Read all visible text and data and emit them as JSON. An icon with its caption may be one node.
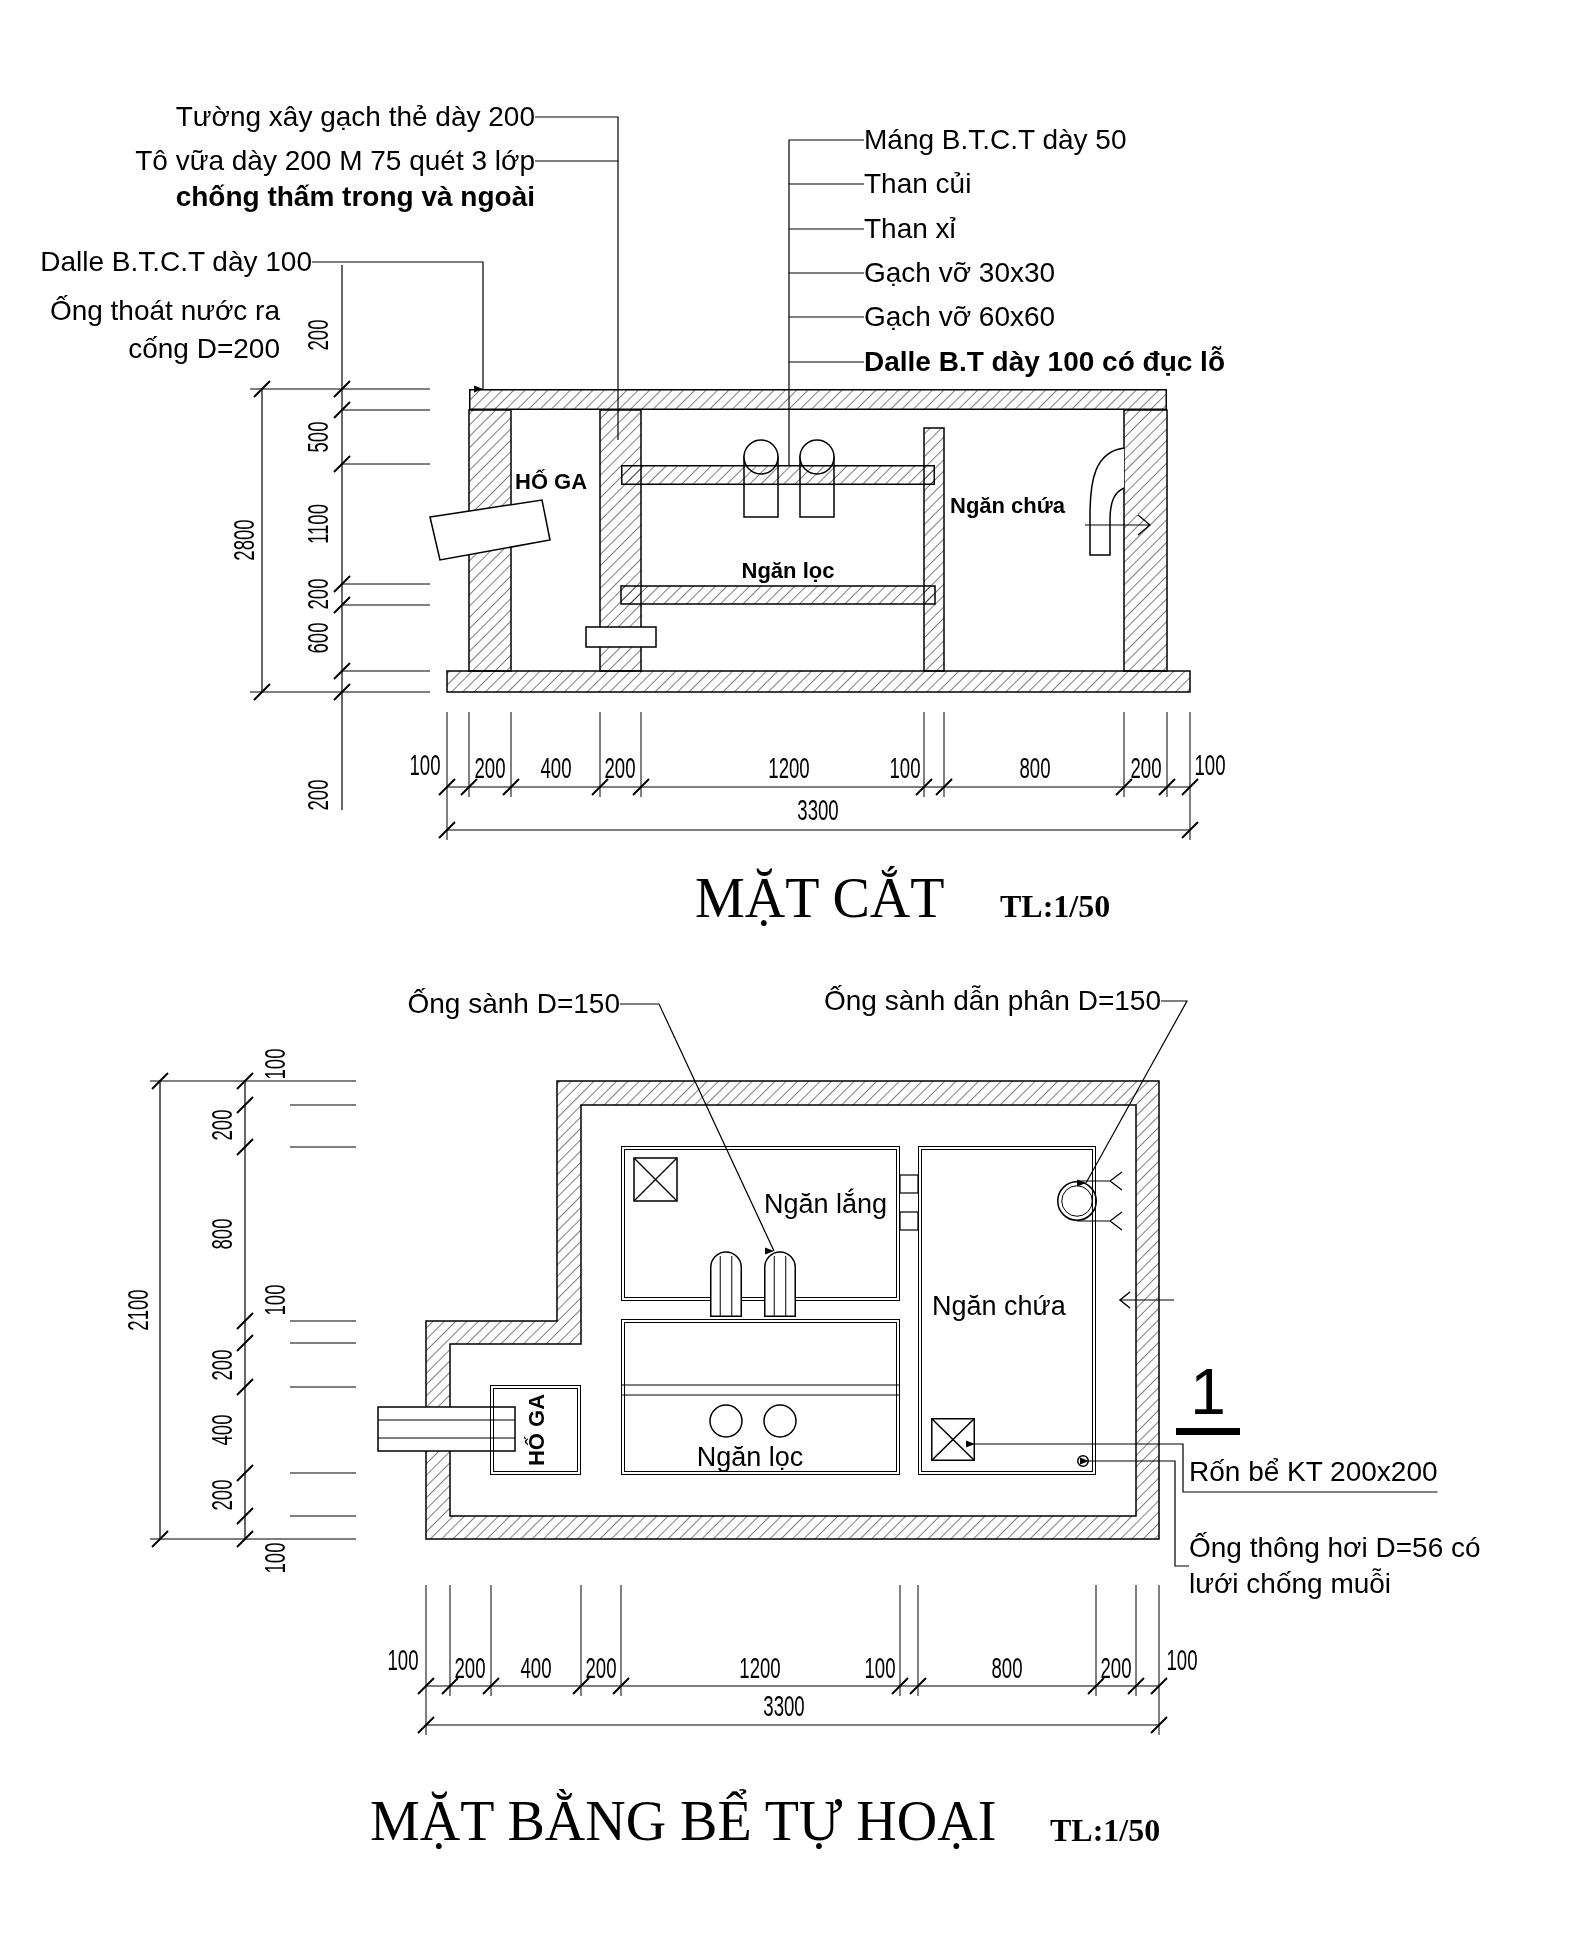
{
  "diagram": {
    "nodes": [
      {
        "text": [
          "Tường xây gạch thẻ dày 200"
        ]
      },
      {
        "text": [
          "Tô vữa dày 200 M 75 quét 3 lớp",
          "chống thấm trong và ngoài"
        ]
      },
      {
        "text": [
          "Dalle B.T.C.T dày 100"
        ]
      },
      {
        "text": [
          "Máng B.T.C.T dày 50"
        ]
      },
      {
        "text": [
          "Than củi"
        ]
      },
      {
        "text": [
          "Than xỉ"
        ]
      },
      {
        "text": [
          "Gạch vỡ 30x30"
        ]
      },
      {
        "text": [
          "Gạch vỡ 60x60"
        ]
      },
      {
        "text": [
          "Dalle B.T dày 100 có đục lỗ"
        ]
      },
      {
        "text": [
          "Ống sành D=150"
        ]
      },
      {
        "text": [
          "Ống sành dẫn phân D=150"
        ]
      },
      {
        "text": [
          "Ngăn lắng"
        ]
      },
      {
        "text": [
          "Ngăn chứa"
        ]
      },
      {
        "text": [
          "HỐ GA"
        ]
      },
      {
        "text": [
          "Ngăn lọc"
        ]
      },
      {
        "text": [
          "Rốn bể KT 200x200"
        ]
      },
      {
        "text": [
          "Ống thông hơi D=56 có lưới chống muỗi"
        ]
      },
      {
        "text": [],
        "shape": "bar"
      },
      {
        "text": [],
        "shape": "bar"
      },
      {
        "text": [],
        "shape": "cylinder"
      },
      {
        "text": [],
        "shape": "cylinder"
      },
      {
        "text": [],
        "shape": "circle",
        "in": 12
      },
      {
        "text": [],
        "shape": "box",
        "in": 12
      },
      {
        "text": [],
        "shape": "circle",
        "in": 12
      }
    ],
    "edges": [
      {
        "from": 0,
        "to": null,
        "arrow": "none"
      },
      {
        "from": 1,
        "to": null,
        "arrow": "none"
      },
      {
        "from": 2,
        "to": 17,
        "arrow": "to"
      },
      {
        "from": 3,
        "to": null,
        "arrow": "none"
      },
      {
        "from": 4,
        "to": null,
        "arrow": "none"
      },
      {
        "from": 5,
        "to": null,
        "arrow": "none"
      },
      {
        "from": 6,
        "to": null,
        "arrow": "none"
      },
      {
        "from": 7,
        "to": null,
        "arrow": "none"
      },
      {
        "from": 8,
        "to": 18,
        "arrow": "none"
      },
      {
        "from": 9,
        "to": 20,
        "arrow": "to"
      },
      {
        "from": 10,
        "to": 21,
        "arrow": "to"
      },
      {
        "from": 15,
        "to": 22,
        "arrow": "to"
      },
      {
        "from": 16,
        "to": 23,
        "arrow": "to"
      }
    ],
    "labels": [
      "Ống thoát nước ra cống D=200",
      "HỐ GA",
      "Ngăn lọc",
      "Ngăn chứa",
      "200",
      "500",
      "1100",
      "200",
      "600",
      "2800",
      "200",
      "100",
      "200",
      "400",
      "200",
      "1200",
      "100",
      "800",
      "200",
      "100",
      "3300",
      "MẶT CẮT",
      "TL:1/50",
      "2100",
      "100",
      "200",
      "800",
      "100",
      "200",
      "400",
      "200",
      "100",
      "1",
      "100",
      "200",
      "400",
      "200",
      "1200",
      "100",
      "800",
      "200",
      "100",
      "3300",
      "MẶT BẰNG BỂ TỰ HOẠI",
      "TL:1/50"
    ]
  }
}
